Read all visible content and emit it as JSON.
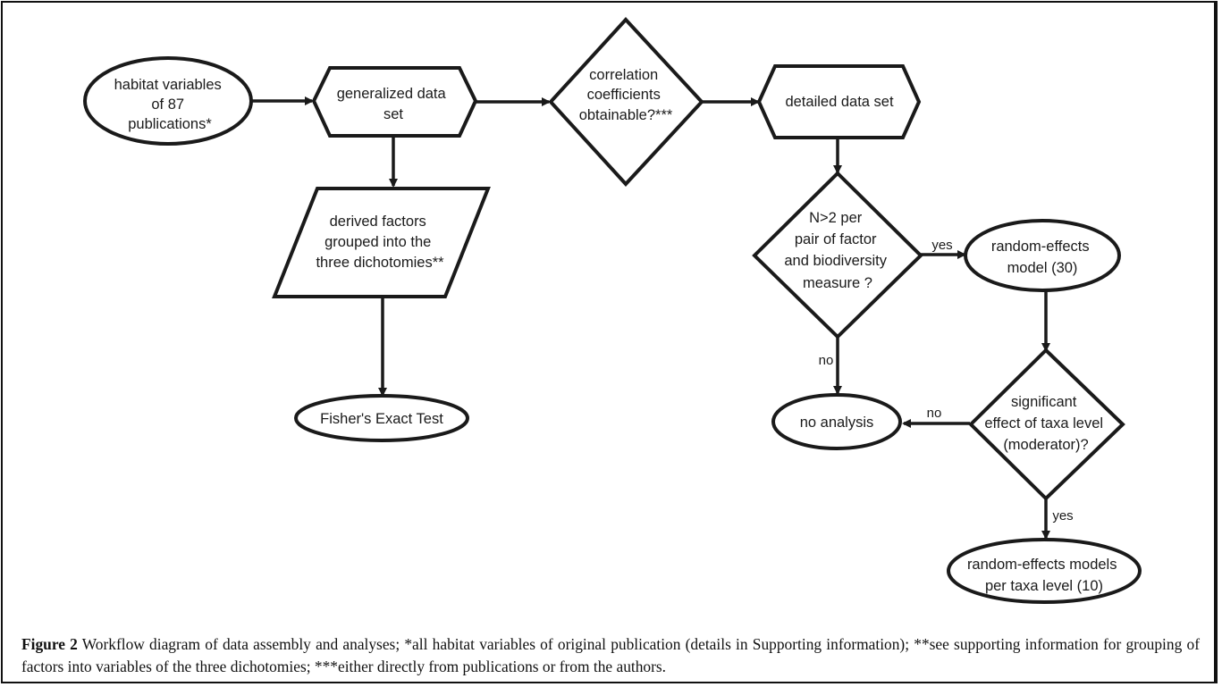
{
  "nodes": {
    "habitat_variables": [
      "habitat variables",
      "of 87",
      "publications*"
    ],
    "generalized_data_set": [
      "generalized data",
      "set"
    ],
    "correlation_question": [
      "correlation",
      "coefficients",
      "obtainable?***"
    ],
    "detailed_data_set": [
      "detailed data set"
    ],
    "derived_factors": [
      "derived factors",
      "grouped into the",
      "three dichotomies**"
    ],
    "fishers_exact_test": [
      "Fisher's Exact Test"
    ],
    "n_question": [
      "N>2 per",
      "pair of factor",
      "and biodiversity",
      "measure ?"
    ],
    "random_effects_model": [
      "random-effects",
      "model (30)"
    ],
    "no_analysis": [
      "no analysis"
    ],
    "significant_question": [
      "significant",
      "effect of taxa level",
      "(moderator)?"
    ],
    "random_effects_models_taxa": [
      "random-effects models",
      "per taxa level (10)"
    ]
  },
  "edge_labels": {
    "n_yes": "yes",
    "n_no": "no",
    "significant_no": "no",
    "significant_yes": "yes"
  },
  "caption": {
    "label": "Figure 2",
    "text": " Workflow diagram of data assembly and analyses; *all habitat variables of original publication (details in Supporting information); **see supporting information for grouping of factors into variables of the three dichotomies; ***either directly from publications or from the authors."
  }
}
